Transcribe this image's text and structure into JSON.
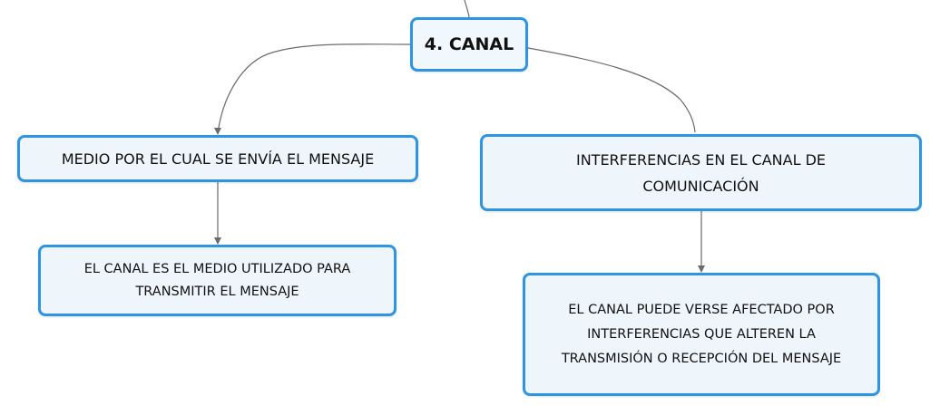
{
  "diagram": {
    "root": {
      "label": "4. CANAL"
    },
    "left_branch": {
      "label": "MEDIO POR EL CUAL SE ENVÍA EL MENSAJE",
      "child": {
        "line1": "EL CANAL ES EL MEDIO UTILIZADO PARA",
        "line2": "TRANSMITIR EL MENSAJE"
      }
    },
    "right_branch": {
      "line1": "INTERFERENCIAS EN EL CANAL DE",
      "line2": "COMUNICACIÓN",
      "child": {
        "line1": "EL CANAL PUEDE VERSE AFECTADO POR",
        "line2": "INTERFERENCIAS QUE ALTEREN LA",
        "line3": "TRANSMISIÓN O RECEPCIÓN DEL MENSAJE"
      }
    },
    "colors": {
      "node_border": "#2f95e0",
      "node_fill": "#eef6fc",
      "connector": "#6b6b6b",
      "text": "#111111"
    }
  }
}
